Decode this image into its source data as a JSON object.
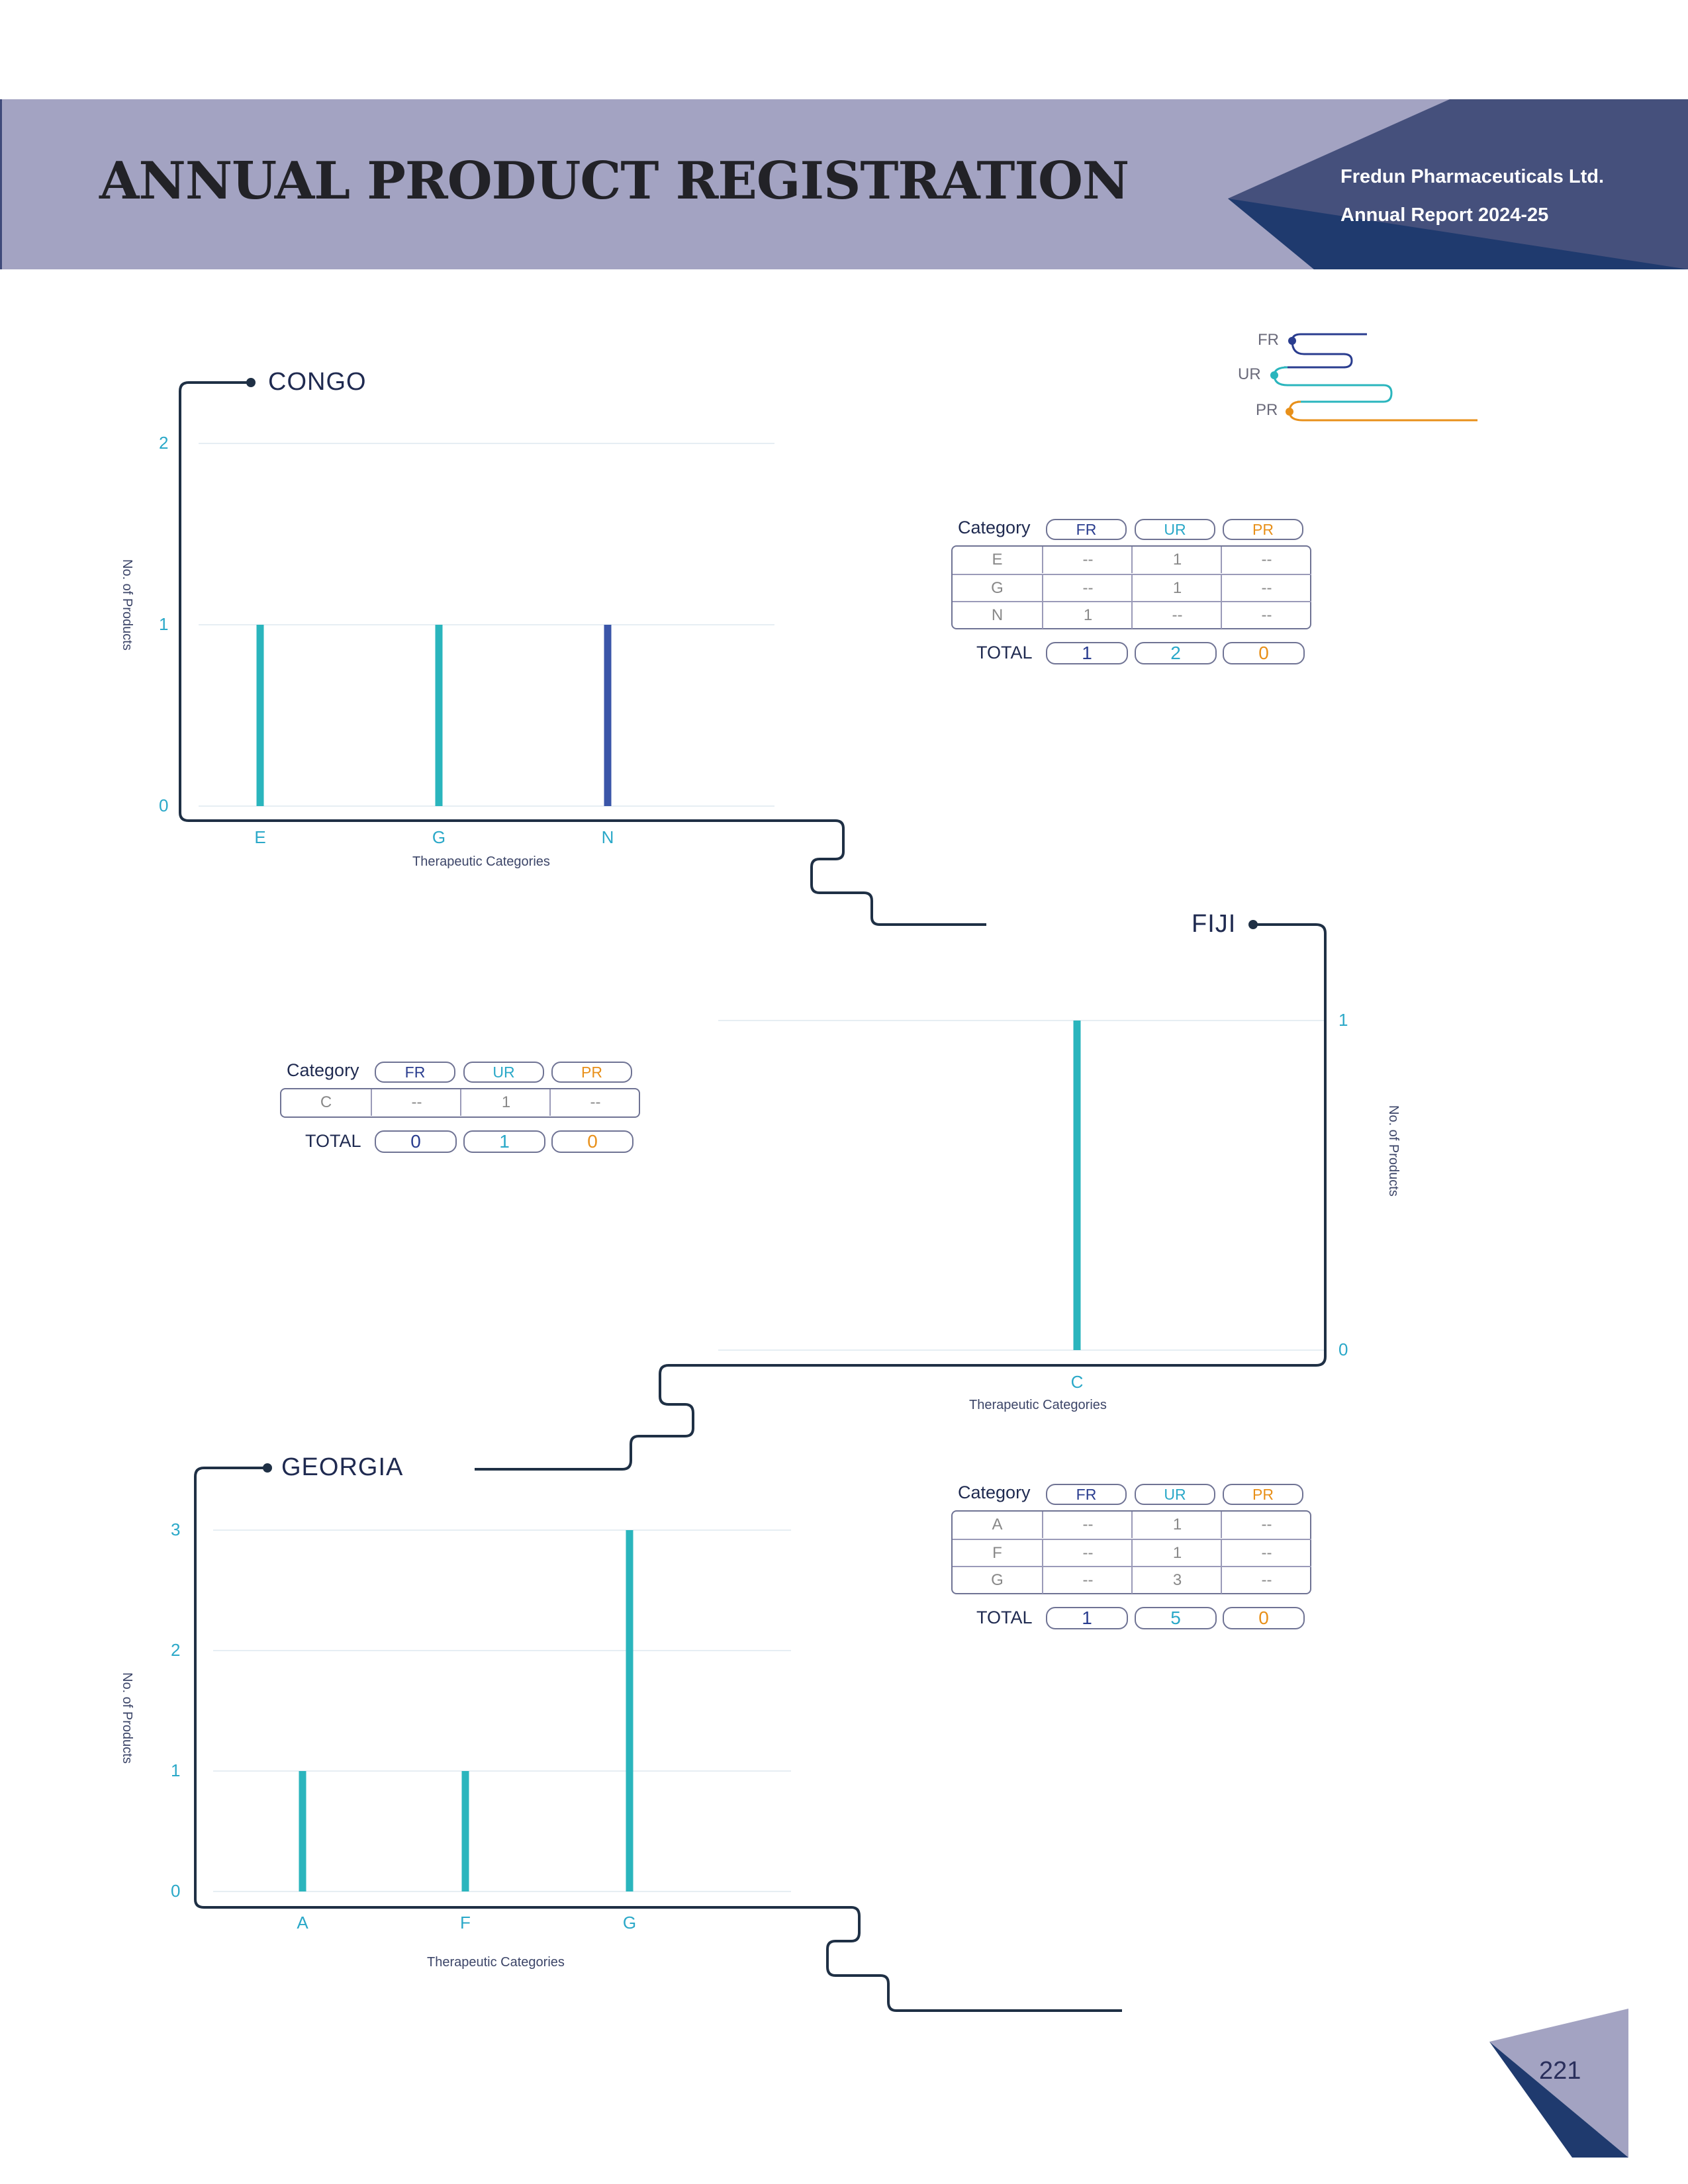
{
  "header": {
    "title": "ANNUAL PRODUCT REGISTRATION",
    "company": "Fredun Pharmaceuticals Ltd.",
    "report": "Annual Report 2024-25"
  },
  "page_number": "221",
  "legend": {
    "items": [
      "FR",
      "UR",
      "PR"
    ],
    "colors": {
      "FR": "#2a3d8f",
      "UR": "#2ab5bd",
      "PR": "#e8901a"
    }
  },
  "table_headers": {
    "category": "Category",
    "fr": "FR",
    "ur": "UR",
    "pr": "PR",
    "total": "TOTAL"
  },
  "chart_data": [
    {
      "type": "bar",
      "title": "CONGO",
      "xlabel": "Therapeutic Categories",
      "ylabel": "No. of Products",
      "categories": [
        "E",
        "G",
        "N"
      ],
      "series": [
        {
          "name": "FR",
          "values": [
            0,
            0,
            1
          ]
        },
        {
          "name": "UR",
          "values": [
            1,
            1,
            0
          ]
        },
        {
          "name": "PR",
          "values": [
            0,
            0,
            0
          ]
        }
      ],
      "ylim": [
        0,
        2
      ],
      "yticks": [
        "0",
        "1",
        "2"
      ],
      "table": [
        [
          "E",
          "--",
          "1",
          "--"
        ],
        [
          "G",
          "--",
          "1",
          "--"
        ],
        [
          "N",
          "1",
          "--",
          "--"
        ]
      ],
      "totals": [
        "1",
        "2",
        "0"
      ]
    },
    {
      "type": "bar",
      "title": "FIJI",
      "xlabel": "Therapeutic Categories",
      "ylabel": "No. of Products",
      "categories": [
        "C"
      ],
      "series": [
        {
          "name": "FR",
          "values": [
            0
          ]
        },
        {
          "name": "UR",
          "values": [
            1
          ]
        },
        {
          "name": "PR",
          "values": [
            0
          ]
        }
      ],
      "ylim": [
        0,
        1
      ],
      "yticks": [
        "0",
        "1"
      ],
      "table": [
        [
          "C",
          "--",
          "1",
          "--"
        ]
      ],
      "totals": [
        "0",
        "1",
        "0"
      ]
    },
    {
      "type": "bar",
      "title": "GEORGIA",
      "xlabel": "Therapeutic Categories",
      "ylabel": "No. of Products",
      "categories": [
        "A",
        "F",
        "G"
      ],
      "series": [
        {
          "name": "FR",
          "values": [
            0,
            0,
            0
          ]
        },
        {
          "name": "UR",
          "values": [
            1,
            1,
            3
          ]
        },
        {
          "name": "PR",
          "values": [
            0,
            0,
            0
          ]
        }
      ],
      "ylim": [
        0,
        3
      ],
      "yticks": [
        "0",
        "1",
        "2",
        "3"
      ],
      "table": [
        [
          "A",
          "--",
          "1",
          "--"
        ],
        [
          "F",
          "--",
          "1",
          "--"
        ],
        [
          "G",
          "--",
          "3",
          "--"
        ]
      ],
      "totals": [
        "1",
        "5",
        "0"
      ]
    }
  ]
}
